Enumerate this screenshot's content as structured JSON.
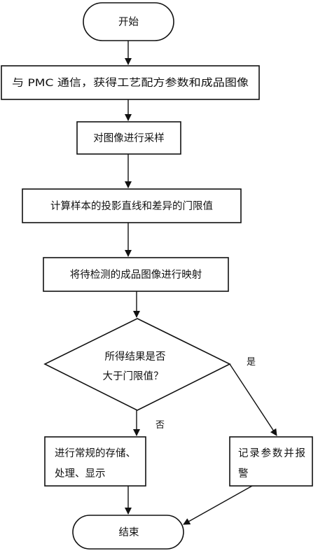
{
  "flowchart": {
    "nodes": {
      "start": {
        "text": "开始"
      },
      "pmc": {
        "text": "与 PMC 通信，获得工艺配方参数和成品图像"
      },
      "sample": {
        "text": "对图像进行采样"
      },
      "compute": {
        "text": "计算样本的投影直线和差异的门限值"
      },
      "map": {
        "text": "将待检测的成品图像进行映射"
      },
      "decision": {
        "line1": "所得结果是否",
        "line2": "大于门限值？"
      },
      "normal": {
        "line1": "进行常规的存储、",
        "line2": "处理、显示"
      },
      "alarm": {
        "line1": "记录参数并报",
        "line2": "警"
      },
      "end": {
        "text": "结束"
      }
    },
    "edges": {
      "no_label": "否",
      "yes_label": "是"
    }
  },
  "colors": {
    "stroke": "#111111",
    "fill": "#ffffff",
    "text": "#111111"
  }
}
